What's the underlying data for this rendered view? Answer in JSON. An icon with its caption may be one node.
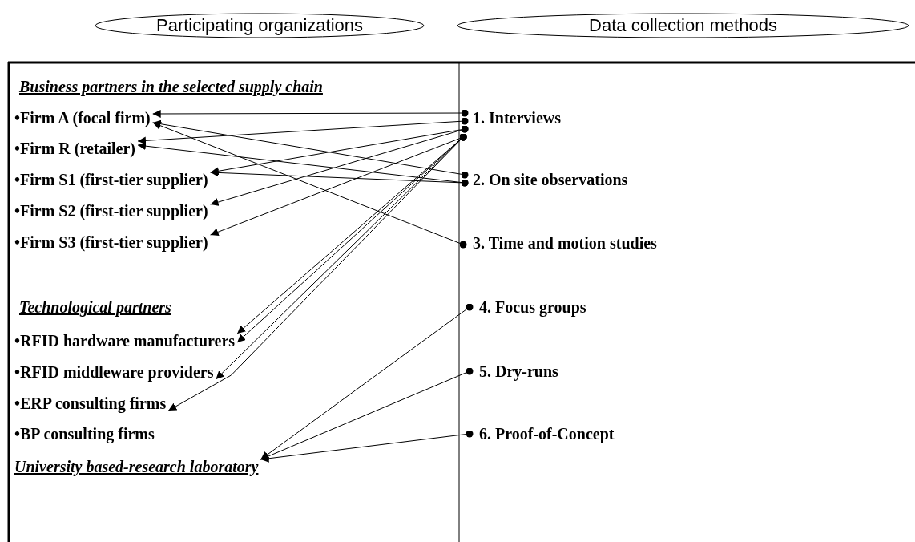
{
  "diagram": {
    "nodes": [
      {
        "text": [
          "Participating organizations"
        ]
      },
      {
        "text": [
          "Data collection methods"
        ]
      },
      {
        "text": [
          "•Firm A (focal firm)"
        ]
      },
      {
        "text": [
          "•Firm R (retailer)"
        ]
      },
      {
        "text": [
          "•Firm S1 (first-tier supplier)"
        ]
      },
      {
        "text": [
          "•Firm S2 (first-tier supplier)"
        ]
      },
      {
        "text": [
          "•Firm S3 (first-tier supplier)"
        ]
      },
      {
        "text": [
          "•RFID hardware manufacturers"
        ]
      },
      {
        "text": [
          "•RFID middleware providers"
        ]
      },
      {
        "text": [
          "•ERP consulting firms"
        ]
      },
      {
        "text": [
          "•BP consulting firms"
        ]
      },
      {
        "text": [
          "University based-research laboratory"
        ]
      },
      {
        "text": [
          "1. Interviews"
        ]
      },
      {
        "text": [
          "2. On site observations"
        ]
      },
      {
        "text": [
          "3. Time and motion studies"
        ]
      },
      {
        "text": [
          "4. Focus groups"
        ]
      },
      {
        "text": [
          "5. Dry-runs"
        ]
      },
      {
        "text": [
          "6. Proof-of-Concept"
        ]
      }
    ],
    "edges": [
      {
        "from": 12,
        "to": 2,
        "arrow": "to"
      },
      {
        "from": 12,
        "to": 3,
        "arrow": "to"
      },
      {
        "from": 12,
        "to": 4,
        "arrow": "to"
      },
      {
        "from": 12,
        "to": 5,
        "arrow": "to"
      },
      {
        "from": 12,
        "to": 6,
        "arrow": "to"
      },
      {
        "from": 12,
        "to": 7,
        "arrow": "to"
      },
      {
        "from": 12,
        "to": 7,
        "arrow": "to"
      },
      {
        "from": 12,
        "to": 8,
        "arrow": "to"
      },
      {
        "from": 12,
        "to": 9,
        "arrow": "to"
      },
      {
        "from": 13,
        "to": 2,
        "arrow": "to"
      },
      {
        "from": 13,
        "to": 3,
        "arrow": "to"
      },
      {
        "from": 13,
        "to": 4,
        "arrow": "to"
      },
      {
        "from": 14,
        "to": 2,
        "arrow": "to"
      },
      {
        "from": 15,
        "to": 11,
        "arrow": "to"
      },
      {
        "from": 16,
        "to": 11,
        "arrow": "to"
      },
      {
        "from": 17,
        "to": 11,
        "arrow": "to"
      }
    ],
    "labels": [
      "Business partners in the selected supply chain",
      "Technological partners"
    ]
  }
}
